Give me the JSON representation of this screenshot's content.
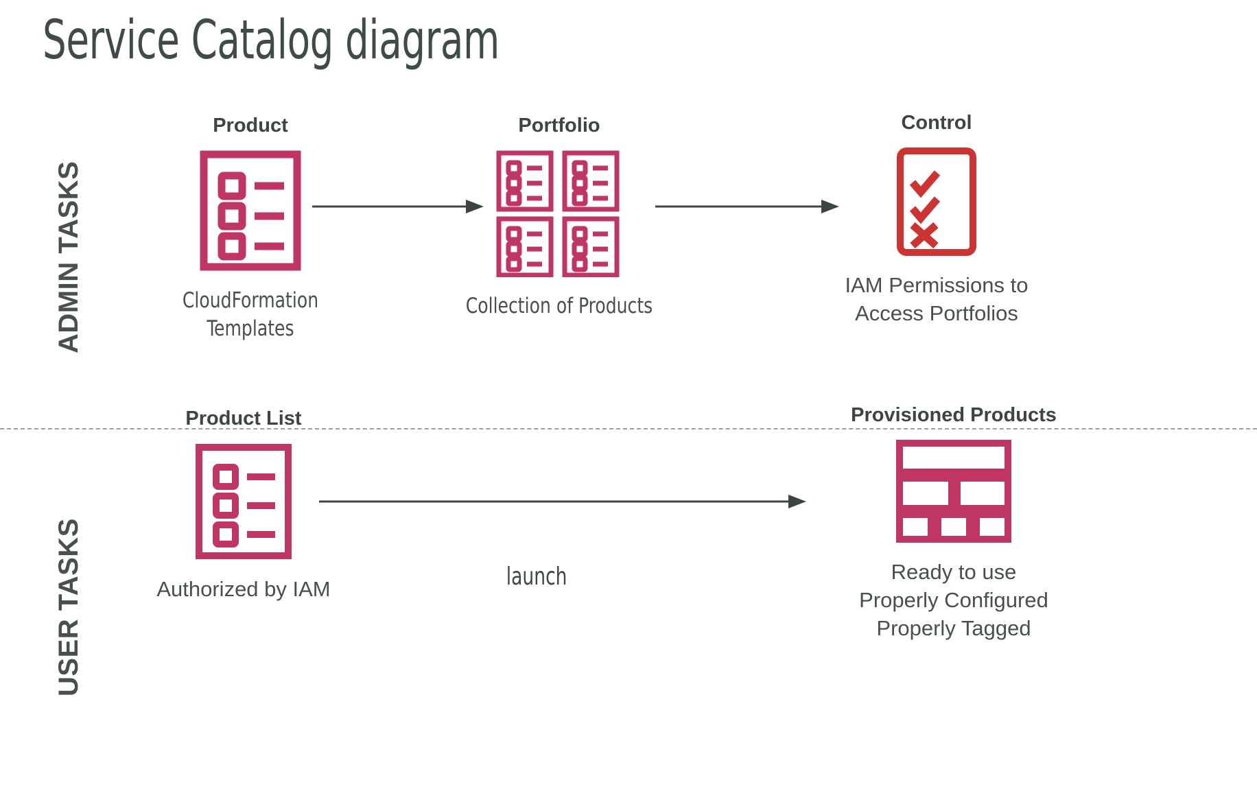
{
  "page": {
    "title": "Service Catalog diagram",
    "background_color": "#ffffff",
    "text_color": "#474f4f",
    "accent_crimson": "#BF3566",
    "accent_red": "#CC3333",
    "arrow_color": "#3c4444"
  },
  "bands": [
    {
      "id": "admin",
      "label": "ADMIN TASKS"
    },
    {
      "id": "user",
      "label": "USER TASKS"
    }
  ],
  "divider": {
    "style": "dashed",
    "color": "#9aa0a0"
  },
  "admin_row": {
    "nodes": [
      {
        "id": "product",
        "title": "Product",
        "icon": "product-list-document-icon",
        "icon_color": "#BF3566",
        "caption": "CloudFormation\nTemplates"
      },
      {
        "id": "portfolio",
        "title": "Portfolio",
        "icon": "portfolio-four-documents-icon",
        "icon_color": "#BF3566",
        "caption": "Collection of Products"
      },
      {
        "id": "control",
        "title": "Control",
        "icon": "checklist-approve-deny-icon",
        "icon_color": "#CC3333",
        "caption": "IAM Permissions to\nAccess Portfolios"
      }
    ],
    "arrows": [
      {
        "id": "product-to-portfolio",
        "label": ""
      },
      {
        "id": "portfolio-to-control",
        "label": ""
      }
    ]
  },
  "user_row": {
    "nodes": [
      {
        "id": "product-list",
        "title": "Product List",
        "icon": "product-list-document-icon",
        "icon_color": "#BF3566",
        "caption": "Authorized by IAM"
      },
      {
        "id": "provisioned-products",
        "title": "Provisioned Products",
        "icon": "provisioned-layout-blocks-icon",
        "icon_color": "#BF3566",
        "caption": "Ready to use\nProperly Configured\nProperly Tagged"
      }
    ],
    "arrows": [
      {
        "id": "launch",
        "label": "launch"
      }
    ]
  }
}
